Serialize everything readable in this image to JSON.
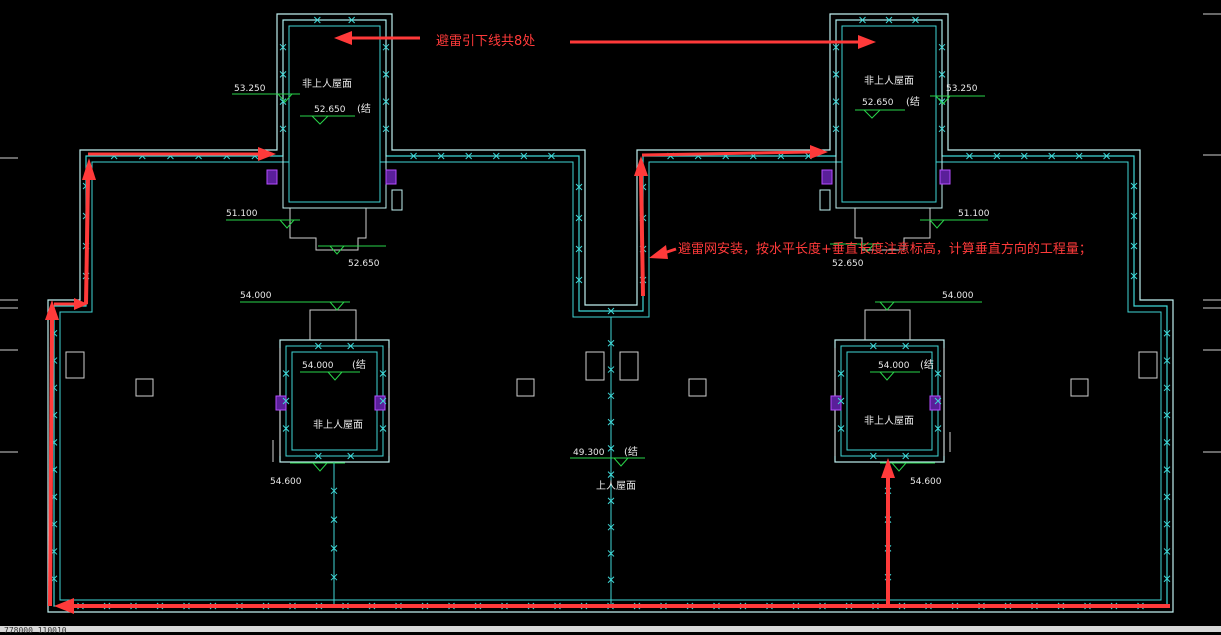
{
  "annotations": {
    "downlead": "避雷引下线共8处",
    "mesh": "避雷网安装，按水平长度+垂直长度注意标高，计算垂直方向的工程量；"
  },
  "rooms": {
    "tl_label": "非上人屋面",
    "tl_elev_left": "53.250",
    "tl_elev_center": "52.650",
    "tl_note": "(结",
    "tl_elev_bottom_left": "51.100",
    "tl_elev_bottom": "52.650",
    "tr_label": "非上人屋面",
    "tr_elev_right": "53.250",
    "tr_elev_center": "52.650",
    "tr_note": "(结",
    "tr_elev_bottom_right": "51.100",
    "tr_elev_bottom": "52.650",
    "ml_label": "非上人屋面",
    "ml_elev_top": "54.000",
    "ml_elev_center": "54.000",
    "ml_note": "(结",
    "ml_elev_bottom": "54.600",
    "mr_label": "非上人屋面",
    "mr_elev_top": "54.000",
    "mr_elev_center": "54.000",
    "mr_note": "(结",
    "mr_elev_bottom": "54.600",
    "center_label": "上人屋面",
    "center_elev": "49.300",
    "center_note": "(结"
  },
  "status": {
    "coords": "778000    110010"
  },
  "colors": {
    "mesh": "#3fd6d6",
    "annotation": "#ff3a3a",
    "level_mark": "#29d44a",
    "background": "#000000"
  }
}
